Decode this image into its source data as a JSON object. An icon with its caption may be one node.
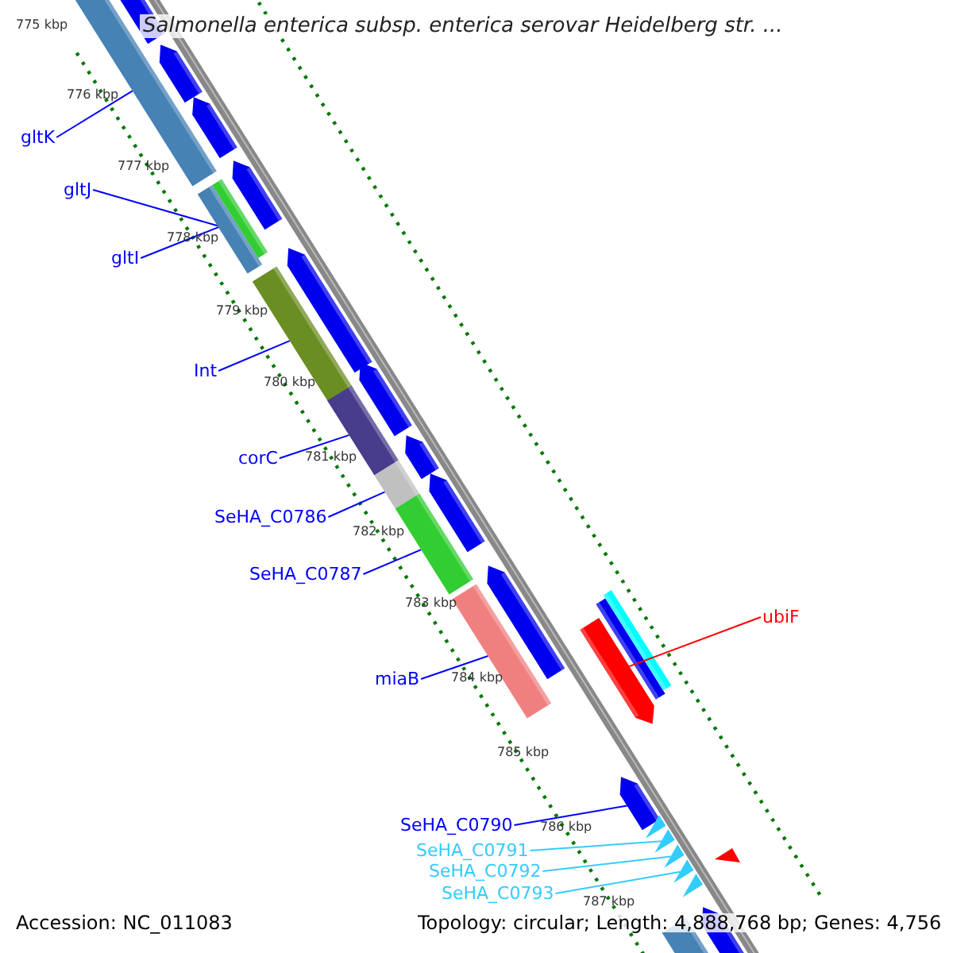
{
  "diagram": {
    "title": "Salmonella enterica subsp. enterica serovar Heidelberg str. ...",
    "nodes": [
      {
        "text": [
          "gltK"
        ]
      },
      {
        "text": [
          "gltJ"
        ]
      },
      {
        "text": [
          "gltI"
        ]
      },
      {
        "text": [
          "Int"
        ]
      },
      {
        "text": [
          "corC"
        ]
      },
      {
        "text": [
          "SeHA_C0786"
        ]
      },
      {
        "text": [
          "SeHA_C0787"
        ]
      },
      {
        "text": [
          "miaB"
        ]
      },
      {
        "text": [
          "ubiF"
        ]
      },
      {
        "text": [
          "SeHA_C0790"
        ]
      },
      {
        "text": [
          "SeHA_C0791"
        ]
      },
      {
        "text": [
          "SeHA_C0792"
        ]
      },
      {
        "text": [
          "SeHA_C0793"
        ]
      },
      {
        "text": [],
        "shape": "bar"
      },
      {
        "text": [],
        "shape": "bar"
      },
      {
        "text": [],
        "shape": "bar"
      },
      {
        "text": [],
        "shape": "bar"
      },
      {
        "text": [],
        "shape": "bar"
      },
      {
        "text": [],
        "shape": "bar"
      },
      {
        "text": [],
        "shape": "bar"
      },
      {
        "text": [],
        "shape": "bar"
      },
      {
        "text": [],
        "shape": "arrow"
      },
      {
        "text": [],
        "shape": "arrow"
      },
      {
        "text": [],
        "shape": "chevron"
      },
      {
        "text": [],
        "shape": "chevron"
      },
      {
        "text": [],
        "shape": "chevron"
      },
      {
        "text": [],
        "shape": "chevron"
      },
      {
        "text": [],
        "shape": "chevron"
      }
    ],
    "edges": [
      {
        "from": 0,
        "to": 13,
        "arrow": "none"
      },
      {
        "from": 1,
        "to": 14,
        "arrow": "none"
      },
      {
        "from": 2,
        "to": 15,
        "arrow": "none"
      },
      {
        "from": 3,
        "to": 16,
        "arrow": "none"
      },
      {
        "from": 4,
        "to": 17,
        "arrow": "none"
      },
      {
        "from": 5,
        "to": 18,
        "arrow": "none"
      },
      {
        "from": 6,
        "to": 19,
        "arrow": "none"
      },
      {
        "from": 7,
        "to": 20,
        "arrow": "none"
      },
      {
        "from": 8,
        "to": 21,
        "arrow": "none",
        "color": "#ff0000"
      },
      {
        "from": 9,
        "to": 22,
        "arrow": "none"
      },
      {
        "from": 10,
        "to": 24,
        "arrow": "none",
        "color": "#33ccff"
      },
      {
        "from": 11,
        "to": 25,
        "arrow": "none",
        "color": "#33ccff"
      },
      {
        "from": 12,
        "to": 26,
        "arrow": "none",
        "color": "#33ccff"
      }
    ],
    "labels": [
      "775 kbp",
      "776 kbp",
      "777 kbp",
      "778 kbp",
      "779 kbp",
      "780 kbp",
      "781 kbp",
      "782 kbp",
      "783 kbp",
      "784 kbp",
      "785 kbp",
      "786 kbp",
      "787 kbp",
      "Accession: NC_011083",
      "Topology: circular; Length: 4,888,768 bp; Genes: 4,756"
    ]
  }
}
